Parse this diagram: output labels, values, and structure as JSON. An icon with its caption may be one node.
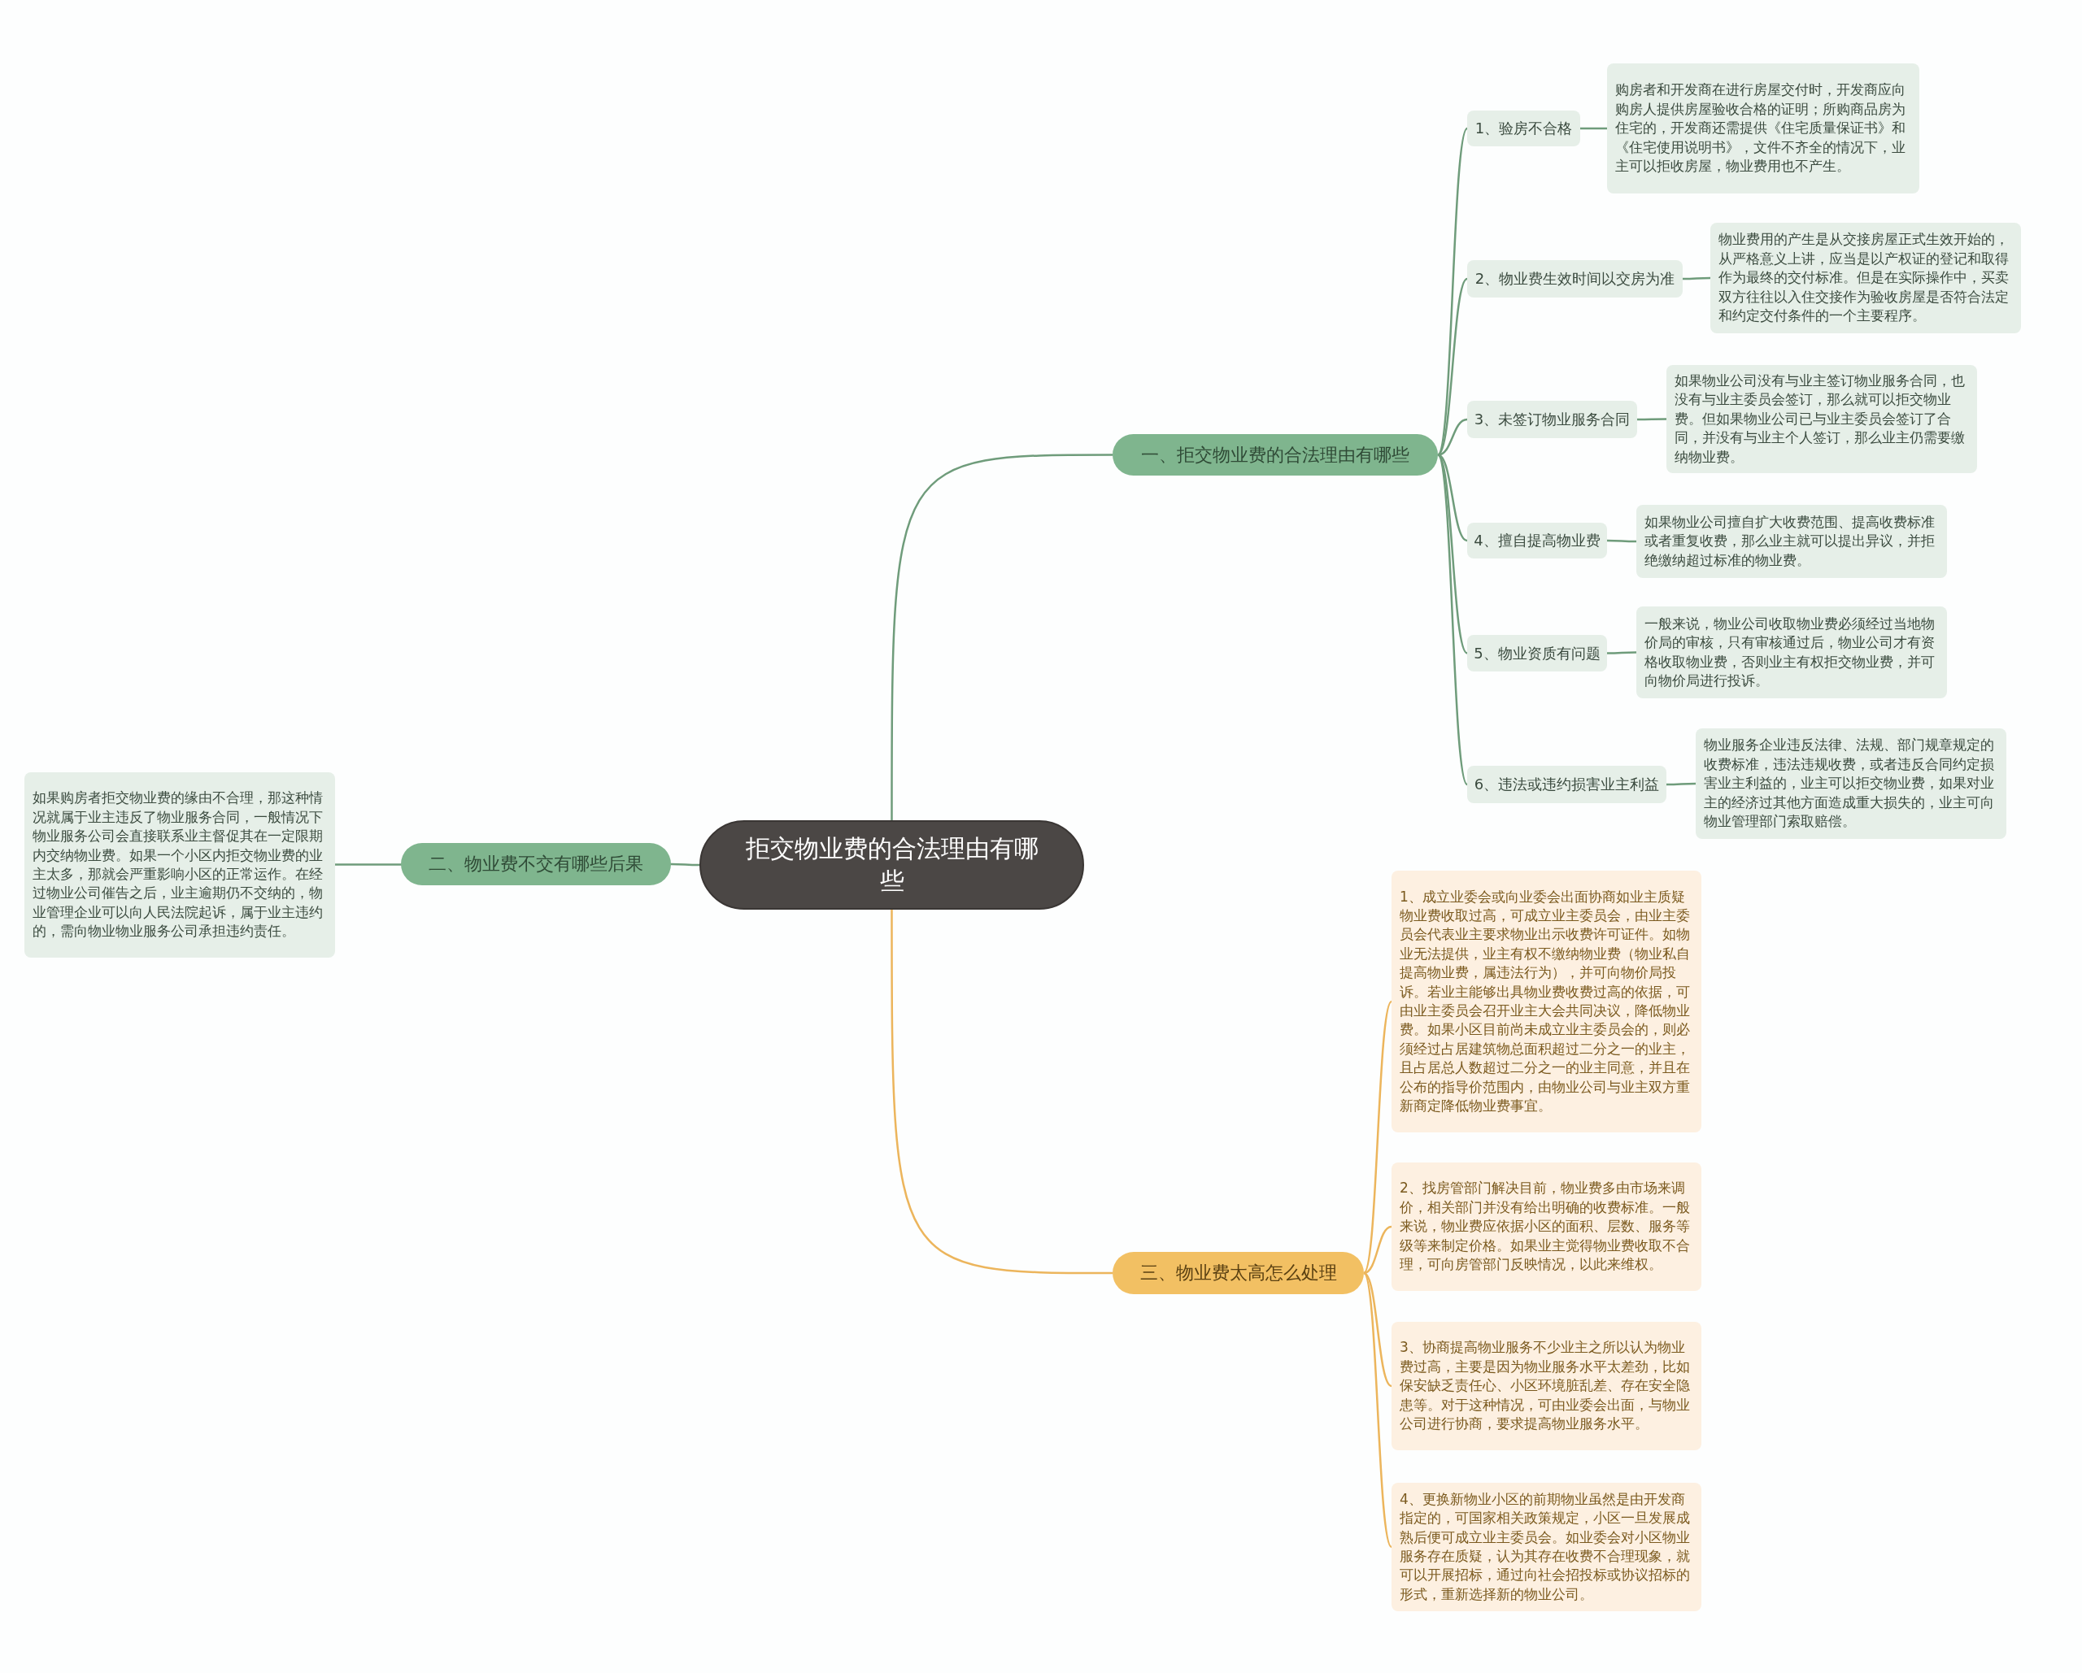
{
  "diagram": {
    "nodes": [
      {
        "text": [
          "拒交物业费的合法理由有哪些"
        ]
      },
      {
        "text": [
          "一、拒交物业费的合法理由有哪些"
        ]
      },
      {
        "text": [
          "1、验房不合格"
        ]
      },
      {
        "text": [
          "购房者和开发商在进行房屋交付时，开发商应向购房人提供房屋验收合格的证明；所购商品房为住宅的，开发商还需提供《住宅质量保证书》和《住宅使用说明书》，文件不齐全的情况下，业主可以拒收房屋，物业费用也不产生。"
        ]
      },
      {
        "text": [
          "2、物业费生效时间以交房为准"
        ]
      },
      {
        "text": [
          "物业费用的产生是从交接房屋正式生效开始的，从严格意义上讲，应当是以产权证的登记和取得作为最终的交付标准。但是在实际操作中，买卖双方往往以入住交接作为验收房屋是否符合法定和约定交付条件的一个主要程序。"
        ]
      },
      {
        "text": [
          "3、未签订物业服务合同"
        ]
      },
      {
        "text": [
          "如果物业公司没有与业主签订物业服务合同，也没有与业主委员会签订，那么就可以拒交物业费。但如果物业公司已与业主委员会签订了合同，并没有与业主个人签订，那么业主仍需要缴纳物业费。"
        ]
      },
      {
        "text": [
          "4、擅自提高物业费"
        ]
      },
      {
        "text": [
          "如果物业公司擅自扩大收费范围、提高收费标准或者重复收费，那么业主就可以提出异议，并拒绝缴纳超过标准的物业费。"
        ]
      },
      {
        "text": [
          "5、物业资质有问题"
        ]
      },
      {
        "text": [
          "一般来说，物业公司收取物业费必须经过当地物价局的审核，只有审核通过后，物业公司才有资格收取物业费，否则业主有权拒交物业费，并可向物价局进行投诉。"
        ]
      },
      {
        "text": [
          "6、违法或违约损害业主利益"
        ]
      },
      {
        "text": [
          "物业服务企业违反法律、法规、部门规章规定的收费标准，违法违规收费，或者违反合同约定损害业主利益的，业主可以拒交物业费，如果对业主的经济过其他方面造成重大损失的，业主可向物业管理部门索取赔偿。"
        ]
      },
      {
        "text": [
          "二、物业费不交有哪些后果"
        ]
      },
      {
        "text": [
          "如果购房者拒交物业费的缘由不合理，那这种情况就属于业主违反了物业服务合同，一般情况下物业服务公司会直接联系业主督促其在一定限期内交纳物业费。如果一个小区内拒交物业费的业主太多，那就会严重影响小区的正常运作。在经过物业公司催告之后，业主逾期仍不交纳的，物业管理企业可以向人民法院起诉，属于业主违约的，需向物业物业服务公司承担违约责任。"
        ]
      },
      {
        "text": [
          "三、物业费太高怎么处理"
        ]
      },
      {
        "text": [
          "1、成立业委会或向业委会出面协商如业主质疑物业费收取过高，可成立业主委员会，由业主委员会代表业主要求物业出示收费许可证件。如物业无法提供，业主有权不缴纳物业费（物业私自提高物业费，属违法行为），并可向物价局投诉。若业主能够出具物业费收费过高的依据，可由业主委员会召开业主大会共同决议，降低物业费。如果小区目前尚未成立业主委员会的，则必须经过占居建筑物总面积超过二分之一的业主，且占居总人数超过二分之一的业主同意，并且在公布的指导价范围内，由物业公司与业主双方重新商定降低物业费事宜。"
        ]
      },
      {
        "text": [
          "2、找房管部门解决目前，物业费多由市场来调价，相关部门并没有给出明确的收费标准。一般来说，物业费应依据小区的面积、层数、服务等级等来制定价格。如果业主觉得物业费收取不合理，可向房管部门反映情况，以此来维权。"
        ]
      },
      {
        "text": [
          "3、协商提高物业服务不少业主之所以认为物业费过高，主要是因为物业服务水平太差劲，比如保安缺乏责任心、小区环境脏乱差、存在安全隐患等。对于这种情况，可由业委会出面，与物业公司进行协商，要求提高物业服务水平。"
        ]
      },
      {
        "text": [
          "4、更换新物业小区的前期物业虽然是由开发商指定的，可国家相关政策规定，小区一旦发展成熟后便可成立业主委员会。如业委会对小区物业服务存在质疑，认为其存在收费不合理现象，就可以开展招标，通过向社会招投标或协议招标的形式，重新选择新的物业公司。"
        ]
      }
    ],
    "edges": [
      {
        "from": 0,
        "to": 1,
        "arrow": "none"
      },
      {
        "from": 1,
        "to": 2,
        "arrow": "none"
      },
      {
        "from": 2,
        "to": 3,
        "arrow": "none"
      },
      {
        "from": 1,
        "to": 4,
        "arrow": "none"
      },
      {
        "from": 4,
        "to": 5,
        "arrow": "none"
      },
      {
        "from": 1,
        "to": 6,
        "arrow": "none"
      },
      {
        "from": 6,
        "to": 7,
        "arrow": "none"
      },
      {
        "from": 1,
        "to": 8,
        "arrow": "none"
      },
      {
        "from": 8,
        "to": 9,
        "arrow": "none"
      },
      {
        "from": 1,
        "to": 10,
        "arrow": "none"
      },
      {
        "from": 10,
        "to": 11,
        "arrow": "none"
      },
      {
        "from": 1,
        "to": 12,
        "arrow": "none"
      },
      {
        "from": 12,
        "to": 13,
        "arrow": "none"
      },
      {
        "from": 0,
        "to": 14,
        "arrow": "none"
      },
      {
        "from": 14,
        "to": 15,
        "arrow": "none"
      },
      {
        "from": 0,
        "to": 16,
        "arrow": "none",
        "color": "#ecb55c"
      },
      {
        "from": 16,
        "to": 17,
        "arrow": "none",
        "color": "#ecb55c"
      },
      {
        "from": 16,
        "to": 18,
        "arrow": "none",
        "color": "#ecb55c"
      },
      {
        "from": 16,
        "to": 19,
        "arrow": "none",
        "color": "#ecb55c"
      },
      {
        "from": 16,
        "to": 20,
        "arrow": "none",
        "color": "#ecb55c"
      }
    ]
  }
}
